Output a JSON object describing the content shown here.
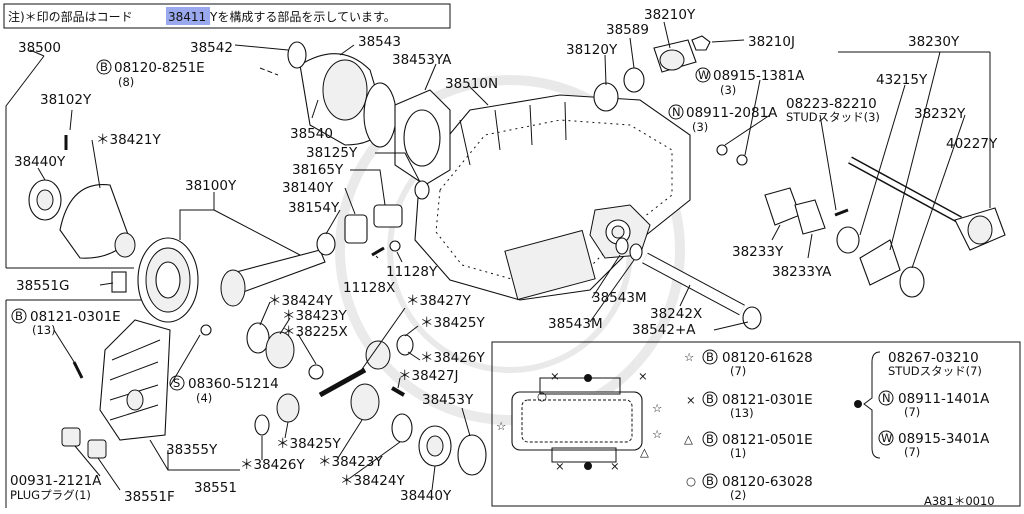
{
  "note": {
    "prefix": "注)＊印の部品はコード",
    "code": "38411",
    "suffix": "Yを構成する部品を示しています。"
  },
  "labels": {
    "p38500": "38500",
    "p38542a": "38542",
    "p38543a": "38543",
    "p38453ya": "38453YA",
    "p38510n": "38510N",
    "p38120y": "38120Y",
    "p38589": "38589",
    "p38210y": "38210Y",
    "p38210j": "38210J",
    "p38230y": "38230Y",
    "b0812082_51e": "08120-8251E",
    "b0812082_51e_q": "(8)",
    "p38102y": "38102Y",
    "p38421y": "＊38421Y",
    "p38540": "38540",
    "p38440y_l": "38440Y",
    "p38125y": "38125Y",
    "p38165y": "38165Y",
    "p38140y": "38140Y",
    "p38154y": "38154Y",
    "p38100y": "38100Y",
    "w0891513_81a": "08915-1381A",
    "w0891513_81a_q": "(3)",
    "n0891120_81a": "08911-2081A",
    "n0891120_81a_q": "(3)",
    "p43215y": "43215Y",
    "p08223_82210": "08223-82210",
    "stud3": "STUDスタッド(3)",
    "p38232y": "38232Y",
    "p40227y": "40227Y",
    "p11128x": "11128X",
    "p11128y": "11128Y",
    "p38233y": "38233Y",
    "p38233ya": "38233YA",
    "p38551g": "38551G",
    "b0812103_01e": "08121-0301E",
    "b0812103_01e_q": "(13)",
    "p38424y_a": "＊38424Y",
    "p38423y_a": "＊38423Y",
    "p38225x": "＊38225X",
    "p38427y": "＊38427Y",
    "p38425y_a": "＊38425Y",
    "p38426y_a": "＊38426Y",
    "p38427j": "＊38427J",
    "p38543m_a": "38543M",
    "p38543m_b": "38543M",
    "p38242x": "38242X",
    "p38542a_plus": "38542+A",
    "s0836051_214": "08360-51214",
    "s0836051_214_q": "(4)",
    "p38425y_b": "＊38425Y",
    "p38355y": "38355Y",
    "p38426y_b": "＊38426Y",
    "p38423y_b": "＊38423Y",
    "p38453y": "38453Y",
    "p00931": "00931-2121A",
    "plug": "PLUGプラグ(1)",
    "p38551f": "38551F",
    "p38551": "38551",
    "p38424y_b": "＊38424Y",
    "p38440y_b": "38440Y"
  },
  "legend": {
    "b0812061_628": "08120-61628",
    "b0812061_628_q": "(7)",
    "b0812103_01e": "08121-0301E",
    "b0812103_01e_q": "(13)",
    "b0812105_01e": "08121-0501E",
    "b0812105_01e_q": "(1)",
    "b0812063_028": "08120-63028",
    "b0812063_028_q": "(2)",
    "p08267": "08267-03210",
    "stud7": "STUDスタッド(7)",
    "n0891114_01a": "08911-1401A",
    "n0891114_01a_q": "(7)",
    "w0891534_01a": "08915-3401A",
    "w0891534_01a_q": "(7)"
  },
  "footer": {
    "code": "A381＊0010"
  },
  "colors": {
    "highlight": "#9aa8ee",
    "ink": "#111111"
  }
}
